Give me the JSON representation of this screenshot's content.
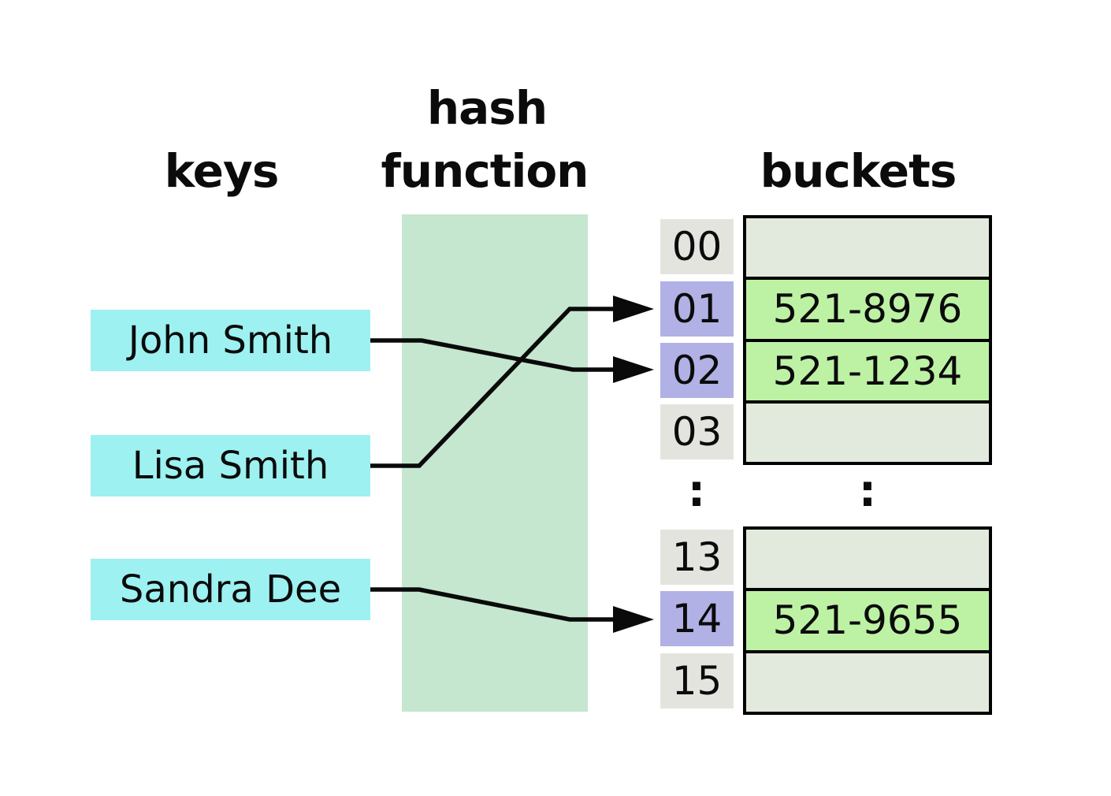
{
  "labels": {
    "keys_header": "keys",
    "hash_header_line1": "hash",
    "hash_header_line2": "function",
    "buckets_header": "buckets",
    "ellipsis": ":"
  },
  "keys": [
    {
      "name": "John Smith",
      "hashes_to_index": "02"
    },
    {
      "name": "Lisa Smith",
      "hashes_to_index": "01"
    },
    {
      "name": "Sandra Dee",
      "hashes_to_index": "14"
    }
  ],
  "index_cells": {
    "top": [
      {
        "id": "00",
        "highlighted": false
      },
      {
        "id": "01",
        "highlighted": true
      },
      {
        "id": "02",
        "highlighted": true
      },
      {
        "id": "03",
        "highlighted": false
      }
    ],
    "bottom": [
      {
        "id": "13",
        "highlighted": false
      },
      {
        "id": "14",
        "highlighted": true
      },
      {
        "id": "15",
        "highlighted": false
      }
    ]
  },
  "bucket_rows": {
    "top": [
      {
        "value": ""
      },
      {
        "value": "521-8976"
      },
      {
        "value": "521-1234"
      },
      {
        "value": ""
      }
    ],
    "bottom": [
      {
        "value": ""
      },
      {
        "value": "521-9655"
      },
      {
        "value": ""
      }
    ]
  },
  "colors": {
    "key_box": "#9df1f1",
    "hash_band": "#c5e6cf",
    "index_highlight": "#b1b1e6",
    "index_normal": "#e4e4df",
    "bucket_filled": "#bdf2a5",
    "bucket_empty": "#e2e9dd",
    "line": "#0a0a0a"
  }
}
